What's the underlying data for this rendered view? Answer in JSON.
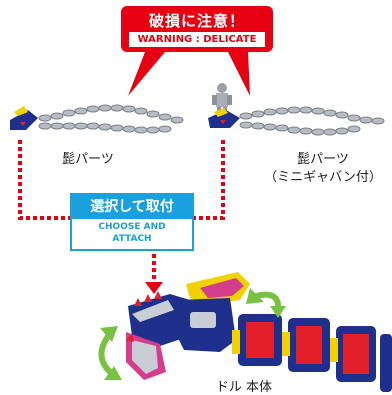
{
  "warning": {
    "title": "破損に注意！",
    "subtitle": "WARNING : DELICATE"
  },
  "parts": {
    "left_label": "髭パーツ",
    "right_label_line1": "髭パーツ",
    "right_label_line2": "（ミニギャバン付）"
  },
  "choose": {
    "title": "選択して取付",
    "subtitle_line1": "CHOOSE AND",
    "subtitle_line2": "ATTACH"
  },
  "main": {
    "label": "ドル 本体"
  },
  "colors": {
    "warning_red": "#e60012",
    "choose_blue": "#1aa0dc",
    "dotted_red": "#e60012",
    "arrow_green": "#79c142",
    "body_blue": "#1f2f8c",
    "body_red": "#e3202a",
    "accent_yellow": "#f2d100",
    "accent_pink": "#d43c8c"
  }
}
